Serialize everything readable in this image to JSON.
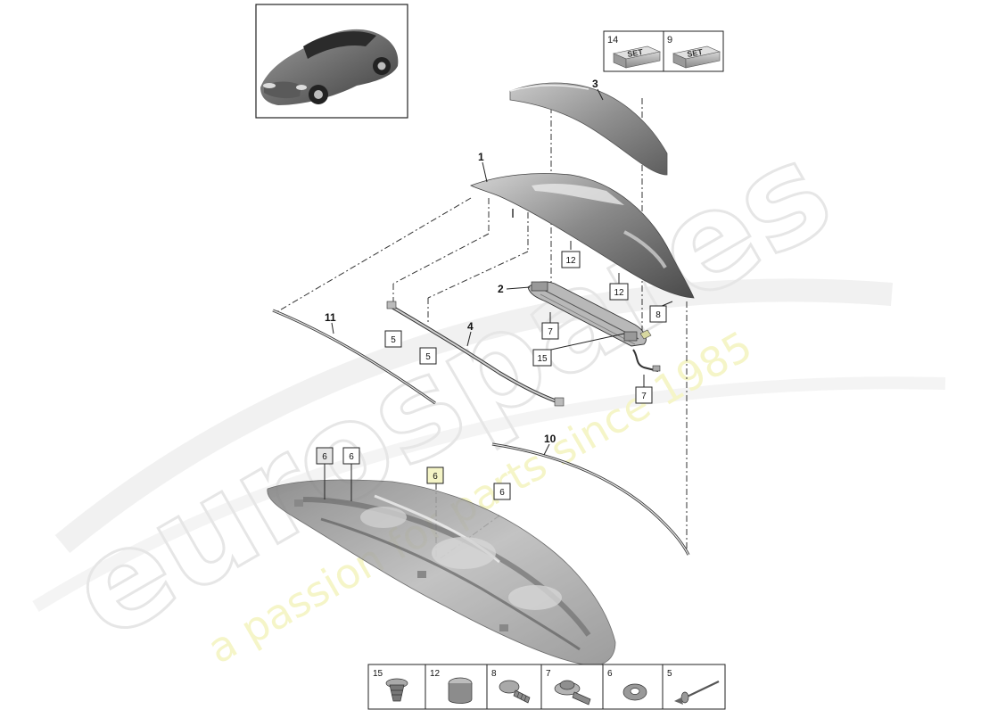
{
  "watermark": {
    "brand": "eurospares",
    "tagline": "a passion for parts since 1985"
  },
  "kit_boxes": [
    {
      "number": "14",
      "label": "SET"
    },
    {
      "number": "9",
      "label": "SET"
    }
  ],
  "part_labels": {
    "p1": "1",
    "p2": "2",
    "p3": "3",
    "p4": "4",
    "p10": "10",
    "p11": "11"
  },
  "callouts": {
    "c12a": "12",
    "c12b": "12",
    "c8": "8",
    "c7a": "7",
    "c7b": "7",
    "c15": "15",
    "c5a": "5",
    "c5b": "5",
    "c6a": "6",
    "c6b": "6",
    "c6c": "6",
    "c6d": "6"
  },
  "fastener_legend": [
    {
      "number": "15",
      "icon": "clip-icon"
    },
    {
      "number": "12",
      "icon": "cap-icon"
    },
    {
      "number": "8",
      "icon": "screw-icon"
    },
    {
      "number": "7",
      "icon": "flange-screw-icon"
    },
    {
      "number": "6",
      "icon": "nut-icon"
    },
    {
      "number": "5",
      "icon": "rivet-icon"
    }
  ],
  "colors": {
    "line": "#222222",
    "part_fill": "#9a9a9a",
    "watermark": "#d8d8d8",
    "tagline": "#eeee9c",
    "highlight_box": "#f4f4c6"
  }
}
